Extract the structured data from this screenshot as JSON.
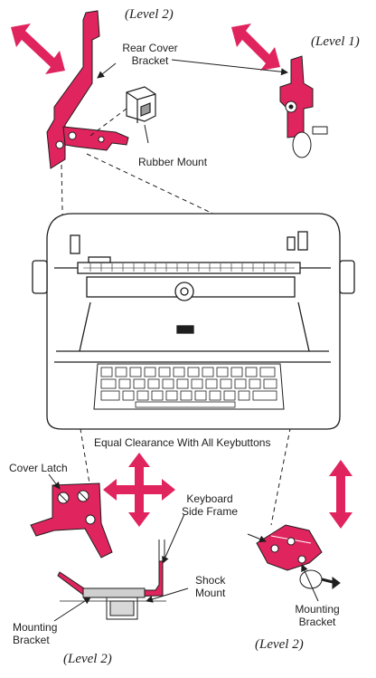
{
  "labels": {
    "level2_top": "(Level 2)",
    "level1": "(Level 1)",
    "rear_cover_bracket": [
      "Rear Cover",
      "Bracket"
    ],
    "rubber_mount": "Rubber Mount",
    "equal_clearance": "Equal Clearance With All Keybuttons",
    "cover_latch": "Cover Latch",
    "keyboard_side_frame": [
      "Keyboard",
      "Side Frame"
    ],
    "shock_mount": [
      "Shock",
      "Mount"
    ],
    "mounting_bracket_left": [
      "Mounting",
      "Bracket"
    ],
    "mounting_bracket_right": [
      "Mounting",
      "Bracket"
    ],
    "level2_bottom_left": "(Level 2)",
    "level2_bottom_right": "(Level 2)"
  },
  "colors": {
    "accent": "#e0245e",
    "ink": "#1e1e1e"
  },
  "icons": {
    "arrow_two_way": "double-headed-arrow-icon",
    "arrow_four_way": "four-way-arrow-icon"
  }
}
